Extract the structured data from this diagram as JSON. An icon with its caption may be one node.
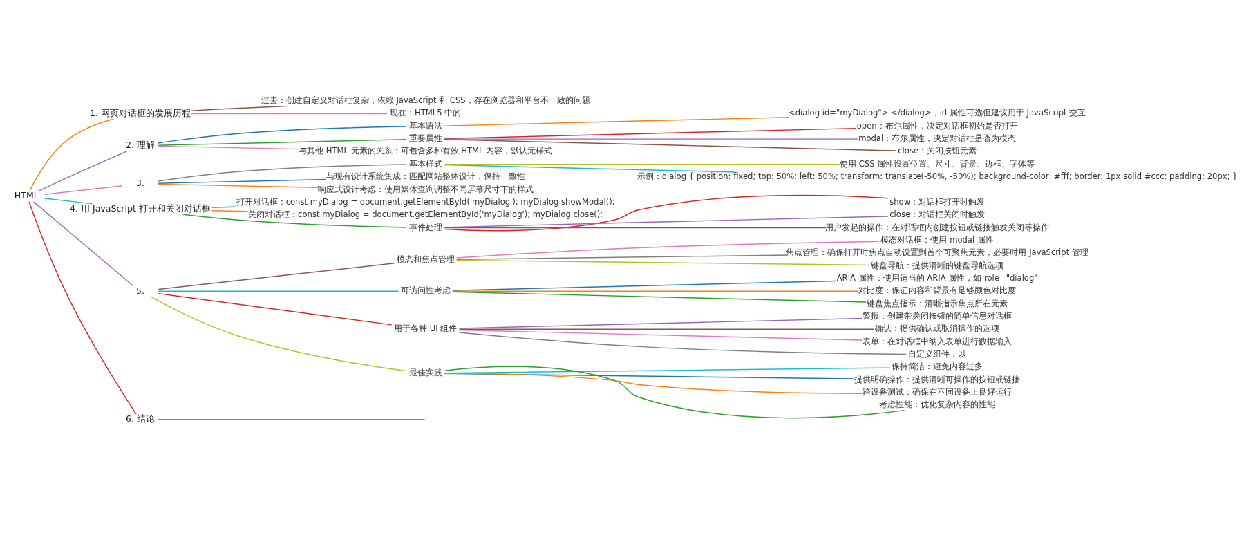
{
  "diagram": {
    "nodes": [
      {
        "text": [
          "HTML"
        ]
      },
      {
        "text": [
          "1. 网页对话框的发展历程"
        ]
      },
      {
        "text": [
          "过去：创建自定义对话框复杂，依赖 JavaScript 和 CSS，存在浏览器和平台不一致的问题"
        ]
      },
      {
        "text": [
          "现在：HTML5 中的"
        ]
      },
      {
        "text": [
          "2. 理解"
        ]
      },
      {
        "text": [
          "基本语法"
        ]
      },
      {
        "text": [
          "<dialog id=\"myDialog\"> </dialog>，id 属性可选但建议用于 JavaScript 交互"
        ]
      },
      {
        "text": [
          "重要属性"
        ]
      },
      {
        "text": [
          "open：布尔属性，决定对话框初始是否打开"
        ]
      },
      {
        "text": [
          "modal：布尔属性，决定对话框是否为模态"
        ]
      },
      {
        "text": [
          "close：关闭按钮元素"
        ]
      },
      {
        "text": [
          "与其他 HTML 元素的关系：可包含多种有效 HTML 内容，默认无样式"
        ]
      },
      {
        "text": [
          "3."
        ]
      },
      {
        "text": [
          "基本样式"
        ]
      },
      {
        "text": [
          "使用 CSS 属性设置位置、尺寸、背景、边框、字体等"
        ]
      },
      {
        "text": [
          "示例：dialog { position: fixed; top: 50%; left: 50%; transform: translate(-50%, -50%); background-color: #fff; border: 1px solid #ccc; padding: 20px; }"
        ]
      },
      {
        "text": [
          "与现有设计系统集成：匹配网站整体设计，保持一致性"
        ]
      },
      {
        "text": [
          "响应式设计考虑：使用媒体查询调整不同屏幕尺寸下的样式"
        ]
      },
      {
        "text": [
          "4. 用 JavaScript 打开和关闭对话框"
        ]
      },
      {
        "text": [
          "打开对话框：const myDialog = document.getElementById('myDialog'); myDialog.showModal();"
        ]
      },
      {
        "text": [
          "关闭对话框：const myDialog = document.getElementById('myDialog'); myDialog.close();"
        ]
      },
      {
        "text": [
          "事件处理"
        ]
      },
      {
        "text": [
          "show：对话框打开时触发"
        ]
      },
      {
        "text": [
          "close：对话框关闭时触发"
        ]
      },
      {
        "text": [
          "用户发起的操作：在对话框内创建按钮或链接触发关闭等操作"
        ]
      },
      {
        "text": [
          "5."
        ]
      },
      {
        "text": [
          "模态和焦点管理"
        ]
      },
      {
        "text": [
          "模态对话框：使用 modal 属性"
        ]
      },
      {
        "text": [
          "焦点管理：确保打开时焦点自动设置到首个可聚焦元素，必要时用 JavaScript 管理"
        ]
      },
      {
        "text": [
          "键盘导航：提供清晰的键盘导航选项"
        ]
      },
      {
        "text": [
          "可访问性考虑"
        ]
      },
      {
        "text": [
          "ARIA 属性：使用适当的 ARIA 属性，如 role=\"dialog\""
        ]
      },
      {
        "text": [
          "对比度：保证内容和背景有足够颜色对比度"
        ]
      },
      {
        "text": [
          "键盘焦点指示：清晰指示焦点所在元素"
        ]
      },
      {
        "text": [
          "用于各种 UI 组件"
        ]
      },
      {
        "text": [
          "警报：创建带关闭按钮的简单信息对话框"
        ]
      },
      {
        "text": [
          "确认：提供确认或取消操作的选项"
        ]
      },
      {
        "text": [
          "表单：在对话框中纳入表单进行数据输入"
        ]
      },
      {
        "text": [
          "自定义组件：以"
        ]
      },
      {
        "text": [
          "最佳实践"
        ]
      },
      {
        "text": [
          "保持简洁：避免内容过多"
        ]
      },
      {
        "text": [
          "提供明确操作：提供清晰可操作的按钮或链接"
        ]
      },
      {
        "text": [
          "跨设备测试：确保在不同设备上良好运行"
        ]
      },
      {
        "text": [
          "考虑性能：优化复杂内容的性能"
        ]
      },
      {
        "text": [
          "6. 结论"
        ]
      }
    ],
    "edges": [
      {
        "from": 0,
        "to": 1,
        "arrow": "none",
        "color": "#ff7f0e"
      },
      {
        "from": 1,
        "to": 2,
        "arrow": "none",
        "color": "#8c564b"
      },
      {
        "from": 1,
        "to": 3,
        "arrow": "none",
        "color": "#e377c2"
      },
      {
        "from": 0,
        "to": 4,
        "arrow": "none",
        "color": "#9467bd"
      },
      {
        "from": 4,
        "to": 5,
        "arrow": "none",
        "color": "#1f77b4"
      },
      {
        "from": 5,
        "to": 6,
        "arrow": "none",
        "color": "#ff7f0e"
      },
      {
        "from": 4,
        "to": 7,
        "arrow": "none",
        "color": "#2ca02c"
      },
      {
        "from": 7,
        "to": 8,
        "arrow": "none",
        "color": "#d62728"
      },
      {
        "from": 7,
        "to": 9,
        "arrow": "none",
        "color": "#9467bd"
      },
      {
        "from": 7,
        "to": 10,
        "arrow": "none",
        "color": "#8c564b"
      },
      {
        "from": 4,
        "to": 11,
        "arrow": "none",
        "color": "#e377c2"
      },
      {
        "from": 0,
        "to": 12,
        "arrow": "none",
        "color": "#e377c2"
      },
      {
        "from": 12,
        "to": 13,
        "arrow": "none",
        "color": "#7f7f7f"
      },
      {
        "from": 13,
        "to": 14,
        "arrow": "none",
        "color": "#bcbd22"
      },
      {
        "from": 13,
        "to": 15,
        "arrow": "none",
        "color": "#17becf"
      },
      {
        "from": 12,
        "to": 16,
        "arrow": "none",
        "color": "#1f77b4"
      },
      {
        "from": 12,
        "to": 17,
        "arrow": "none",
        "color": "#ff7f0e"
      },
      {
        "from": 0,
        "to": 18,
        "arrow": "none",
        "color": "#17becf"
      },
      {
        "from": 18,
        "to": 19,
        "arrow": "none",
        "color": "#1f77b4"
      },
      {
        "from": 18,
        "to": 20,
        "arrow": "none",
        "color": "#ff7f0e"
      },
      {
        "from": 18,
        "to": 21,
        "arrow": "none",
        "color": "#2ca02c"
      },
      {
        "from": 21,
        "to": 22,
        "arrow": "none",
        "color": "#d62728"
      },
      {
        "from": 21,
        "to": 23,
        "arrow": "none",
        "color": "#9467bd"
      },
      {
        "from": 21,
        "to": 24,
        "arrow": "none",
        "color": "#8c564b"
      },
      {
        "from": 0,
        "to": 25,
        "arrow": "none",
        "color": "#9467bd"
      },
      {
        "from": 25,
        "to": 26,
        "arrow": "none",
        "color": "#8c564b"
      },
      {
        "from": 26,
        "to": 27,
        "arrow": "none",
        "color": "#e377c2"
      },
      {
        "from": 26,
        "to": 28,
        "arrow": "none",
        "color": "#7f7f7f"
      },
      {
        "from": 26,
        "to": 29,
        "arrow": "none",
        "color": "#bcbd22"
      },
      {
        "from": 25,
        "to": 30,
        "arrow": "none",
        "color": "#17becf"
      },
      {
        "from": 30,
        "to": 31,
        "arrow": "none",
        "color": "#1f77b4"
      },
      {
        "from": 30,
        "to": 32,
        "arrow": "none",
        "color": "#ff7f0e"
      },
      {
        "from": 30,
        "to": 33,
        "arrow": "none",
        "color": "#2ca02c"
      },
      {
        "from": 25,
        "to": 34,
        "arrow": "none",
        "color": "#d62728"
      },
      {
        "from": 34,
        "to": 35,
        "arrow": "none",
        "color": "#9467bd"
      },
      {
        "from": 34,
        "to": 36,
        "arrow": "none",
        "color": "#8c564b"
      },
      {
        "from": 34,
        "to": 37,
        "arrow": "none",
        "color": "#e377c2"
      },
      {
        "from": 34,
        "to": 38,
        "arrow": "none",
        "color": "#7f7f7f"
      },
      {
        "from": 25,
        "to": 39,
        "arrow": "none",
        "color": "#bcbd22"
      },
      {
        "from": 39,
        "to": 40,
        "arrow": "none",
        "color": "#17becf"
      },
      {
        "from": 39,
        "to": 41,
        "arrow": "none",
        "color": "#1f77b4"
      },
      {
        "from": 39,
        "to": 42,
        "arrow": "none",
        "color": "#ff7f0e"
      },
      {
        "from": 39,
        "to": 43,
        "arrow": "none",
        "color": "#2ca02c"
      },
      {
        "from": 0,
        "to": 44,
        "arrow": "none",
        "color": "#d62728"
      },
      {
        "from": 44,
        "to": null,
        "arrow": "none",
        "color": "#9467bd"
      }
    ]
  }
}
